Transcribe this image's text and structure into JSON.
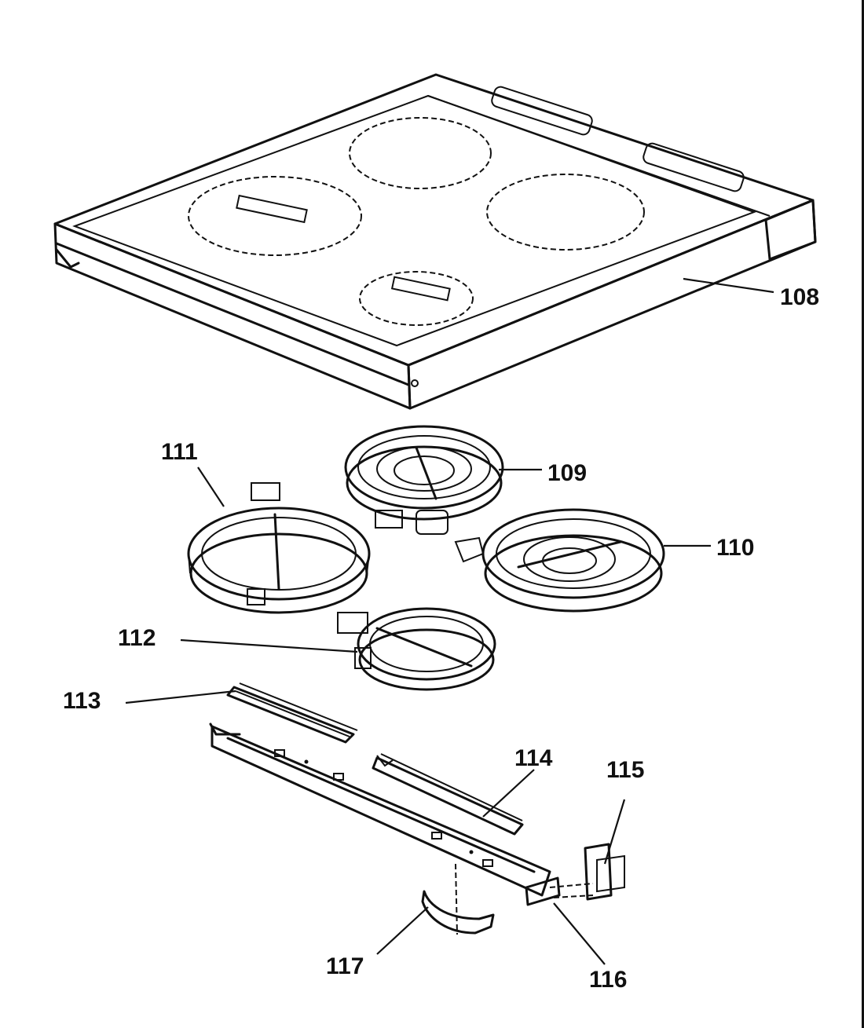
{
  "callouts": [
    {
      "id": "108",
      "label": "108"
    },
    {
      "id": "109",
      "label": "109"
    },
    {
      "id": "110",
      "label": "110"
    },
    {
      "id": "111",
      "label": "111"
    },
    {
      "id": "112",
      "label": "112"
    },
    {
      "id": "113",
      "label": "113"
    },
    {
      "id": "114",
      "label": "114"
    },
    {
      "id": "115",
      "label": "115"
    },
    {
      "id": "116",
      "label": "116"
    },
    {
      "id": "117",
      "label": "117"
    }
  ]
}
